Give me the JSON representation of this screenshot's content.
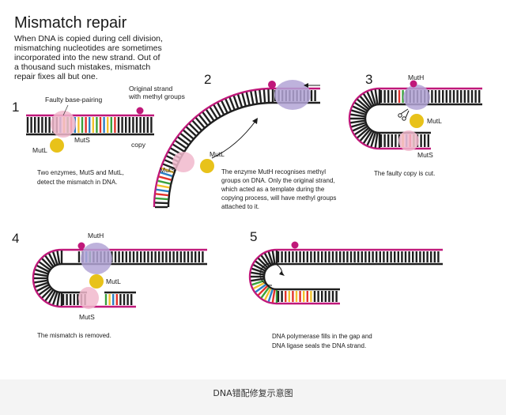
{
  "figure": {
    "title": "Mismatch repair",
    "intro": [
      "When DNA is copied during cell division,",
      "mismatching nucleotides are sometimes",
      "incorporated into the new strand. Out of",
      "a thousand such mistakes, mismatch",
      "repair fixes all but one."
    ],
    "caption": "DNA错配修复示意图"
  },
  "colors": {
    "backbone": "#1f1f1f",
    "methyl": "#c0187a",
    "mutH": "#b3a5d6",
    "mutL": "#e8c21a",
    "mutS": "#f1b8cc",
    "bases": [
      "#2b7fc4",
      "#e2332c",
      "#3aa13c",
      "#f2c12e"
    ]
  },
  "steps": [
    {
      "number": "1",
      "labels": {
        "faulty": "Faulty base-pairing",
        "original": [
          "Original strand",
          "with methyl groups"
        ],
        "muts": "MutS",
        "mutl": "MutL",
        "copy": "copy"
      },
      "text": [
        "Two enzymes, MutS and MutL,",
        "detect the mismatch in DNA."
      ]
    },
    {
      "number": "2",
      "labels": {
        "muth": "MutH",
        "mutl": "MutL",
        "muts": "MutS"
      },
      "text": [
        "The enzyme MutH recognises methyl",
        "groups on DNA. Only the original strand,",
        "which acted as a template during the",
        "copying process, will have methyl groups",
        "attached to it."
      ]
    },
    {
      "number": "3",
      "labels": {
        "muth": "MutH",
        "mutl": "MutL",
        "muts": "MutS"
      },
      "text": [
        "The faulty copy is cut."
      ]
    },
    {
      "number": "4",
      "labels": {
        "muth": "MutH",
        "mutl": "MutL",
        "muts": "MutS"
      },
      "text": [
        "The mismatch is removed."
      ]
    },
    {
      "number": "5",
      "text": [
        "DNA polymerase fills in the gap and",
        "DNA ligase seals the DNA strand."
      ]
    }
  ]
}
